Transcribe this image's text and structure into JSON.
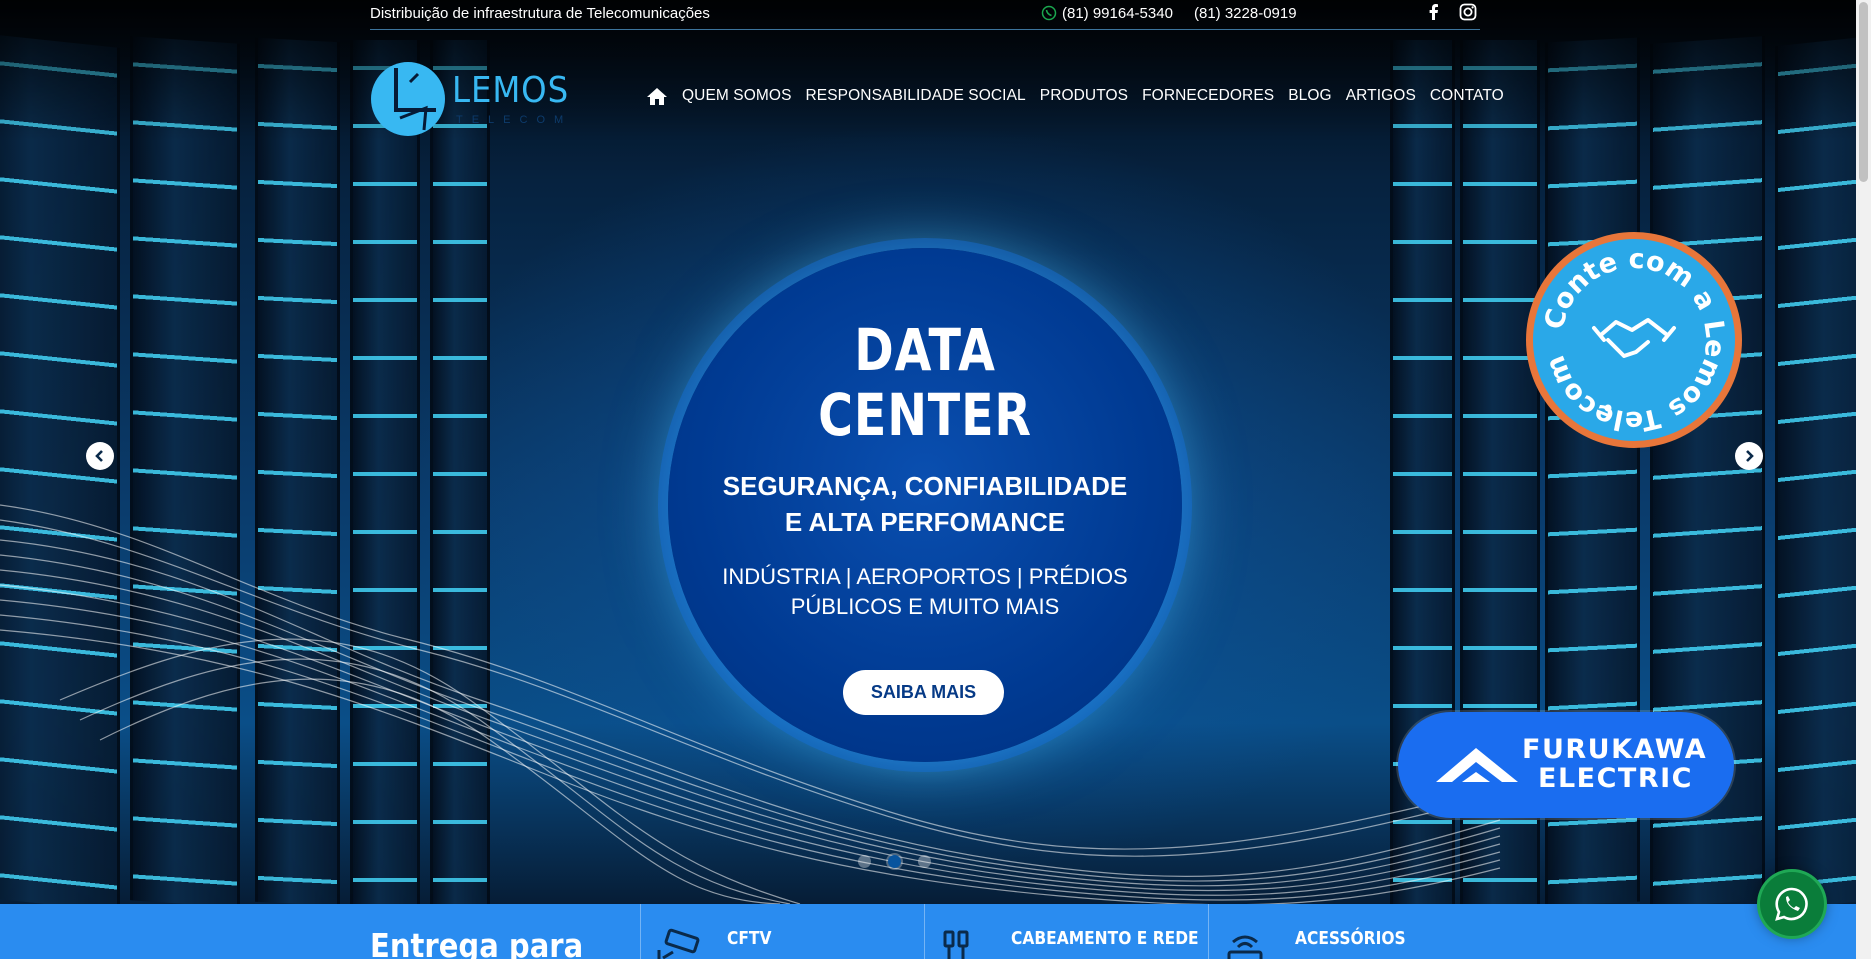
{
  "topbar": {
    "tagline": "Distribuição de infraestrutura de Telecomunicações",
    "phone1": "(81) 99164-5340",
    "phone2": "(81) 3228-0919"
  },
  "brand": {
    "name": "LEMOS",
    "sub": "TELECOM"
  },
  "nav": {
    "items": [
      "QUEM SOMOS",
      "RESPONSABILIDADE SOCIAL",
      "PRODUTOS",
      "FORNECEDORES",
      "BLOG",
      "ARTIGOS",
      "CONTATO"
    ]
  },
  "slide": {
    "title_line1": "DATA",
    "title_line2": "CENTER",
    "subtitle_line1": "SEGURANÇA, CONFIABILIDADE",
    "subtitle_line2": "E ALTA PERFOMANCE",
    "categories_line1": "INDÚSTRIA | AEROPORTOS | PRÉDIOS",
    "categories_line2": "PÚBLICOS E MUITO MAIS",
    "cta": "SAIBA MAIS",
    "badge_text": "Conte com a Lemos Telecom",
    "partner_line1": "FURUKAWA",
    "partner_line2": "ELECTRIC",
    "dots_total": 3,
    "dots_active": 2
  },
  "catbar": {
    "heading": "Entrega para",
    "items": [
      "CFTV",
      "CABEAMENTO E REDE",
      "ACESSÓRIOS"
    ]
  },
  "colors": {
    "accent": "#2a8cf0",
    "slide_circle": "#003a92",
    "badge_ring": "#e8763a",
    "badge_fill": "#2aa8e8",
    "partner": "#1a6df0"
  }
}
